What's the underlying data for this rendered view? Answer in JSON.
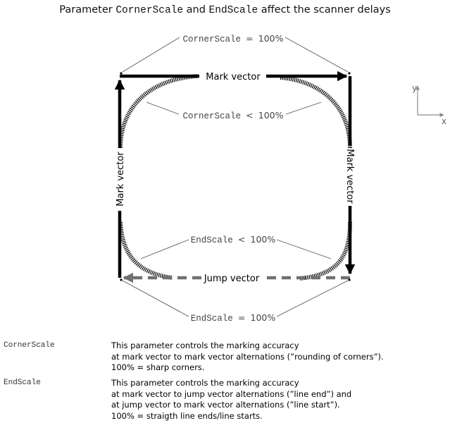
{
  "title": {
    "prefix": "Parameter",
    "param1": "CornerScale",
    "middle": "and",
    "param2": "EndScale",
    "suffix": "affect the scanner delays"
  },
  "diagram": {
    "mark_vector_label": "Mark vector",
    "jump_vector_label": "Jump vector",
    "corner_scale_full": {
      "param": "CornerScale",
      "op": "=",
      "value": "100%"
    },
    "corner_scale_less": {
      "param": "CornerScale",
      "op": "<",
      "value": "100%"
    },
    "end_scale_less": {
      "param": "EndScale",
      "op": "<",
      "value": "100%"
    },
    "end_scale_full": {
      "param": "EndScale",
      "op": "=",
      "value": "100%"
    },
    "axis": {
      "x": "x",
      "y": "y"
    }
  },
  "definitions": [
    {
      "term": "CornerScale",
      "lines": [
        "This parameter controls the marking accuracy",
        "at mark vector to mark vector alternations (”rounding of corners”).",
        "100% = sharp corners."
      ]
    },
    {
      "term": "EndScale",
      "lines": [
        "This parameter controls the marking accuracy",
        "at mark vector to jump vector alternations (”line end”) and",
        "at jump vector to mark vector alternations (”line start”).",
        "100% = straigth line ends/line starts."
      ]
    }
  ],
  "colors": {
    "mark": "#000000",
    "jump": "#707070",
    "axis": "#8a8a8a",
    "leader": "#555555"
  }
}
